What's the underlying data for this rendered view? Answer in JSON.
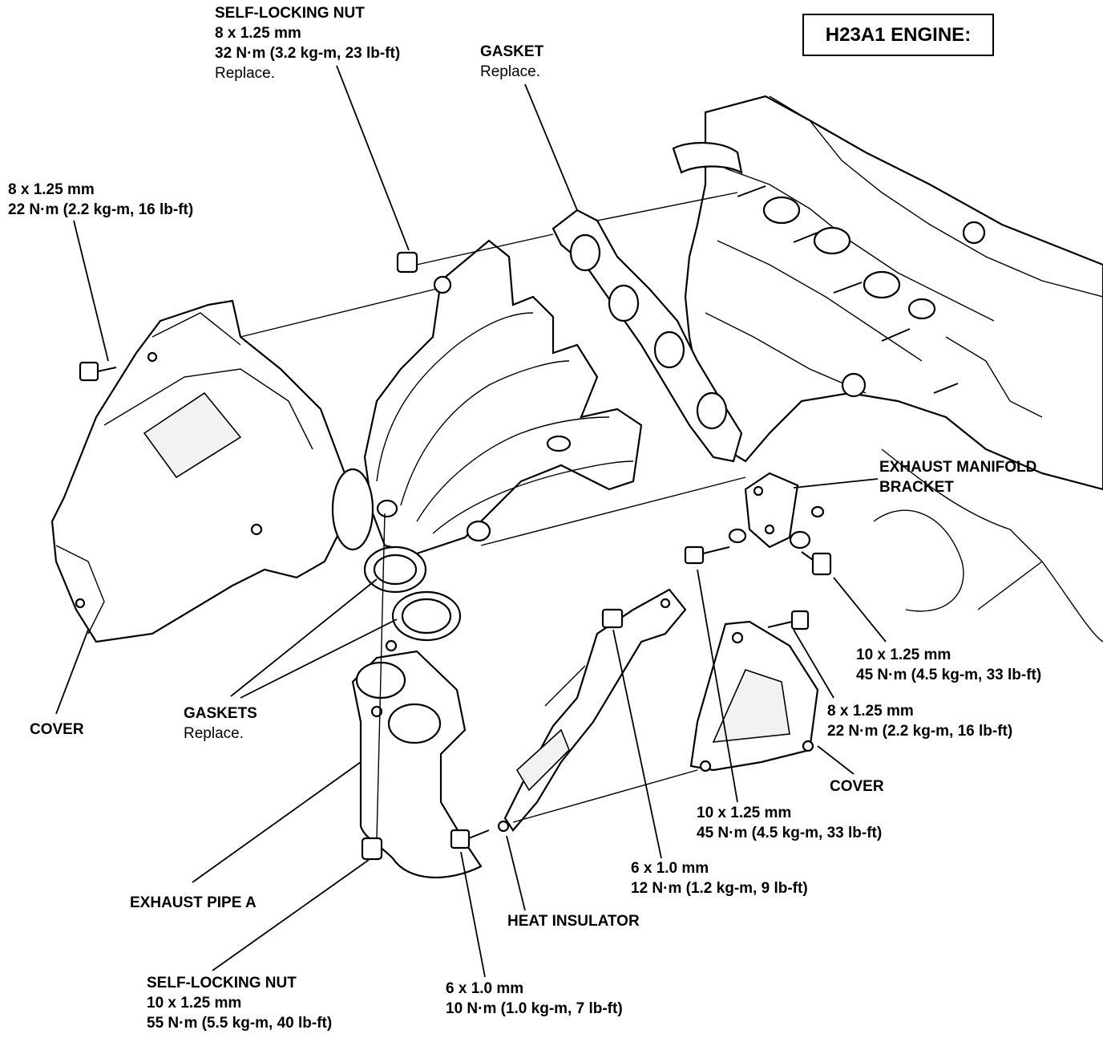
{
  "title": "H23A1 ENGINE:",
  "labels": {
    "nut_top": {
      "name": "SELF-LOCKING NUT",
      "size": "8 x 1.25 mm",
      "torque": "32 N·m (3.2 kg-m, 23 lb-ft)",
      "note": "Replace."
    },
    "gasket_top": {
      "name": "GASKET",
      "note": "Replace."
    },
    "bolt_left": {
      "size": "8 x 1.25 mm",
      "torque": "22 N·m (2.2 kg-m, 16 lb-ft)"
    },
    "bracket": {
      "name1": "EXHAUST MANIFOLD",
      "name2": "BRACKET"
    },
    "bolt_bracket": {
      "size": "10 x 1.25 mm",
      "torque": "45 N·m (4.5 kg-m, 33 lb-ft)"
    },
    "bolt_cover_right": {
      "size": "8 x 1.25 mm",
      "torque": "22 N·m (2.2 kg-m, 16 lb-ft)"
    },
    "cover_right": {
      "name": "COVER"
    },
    "bolt_lower_bracket": {
      "size": "10 x 1.25 mm",
      "torque": "45 N·m (4.5 kg-m, 33 lb-ft)"
    },
    "cover_left": {
      "name": "COVER"
    },
    "gaskets": {
      "name": "GASKETS",
      "note": "Replace."
    },
    "bolt_insulator_top": {
      "size": "6 x 1.0 mm",
      "torque": "12 N·m (1.2 kg-m, 9 lb-ft)"
    },
    "exhaust_pipe": {
      "name": "EXHAUST PIPE A"
    },
    "heat_insulator": {
      "name": "HEAT INSULATOR"
    },
    "nut_bottom": {
      "name": "SELF-LOCKING NUT",
      "size": "10 x 1.25 mm",
      "torque": "55 N·m (5.5 kg-m, 40 lb-ft)"
    },
    "bolt_insulator_bottom": {
      "size": "6 x 1.0 mm",
      "torque": "10 N·m (1.0 kg-m, 7 lb-ft)"
    }
  }
}
